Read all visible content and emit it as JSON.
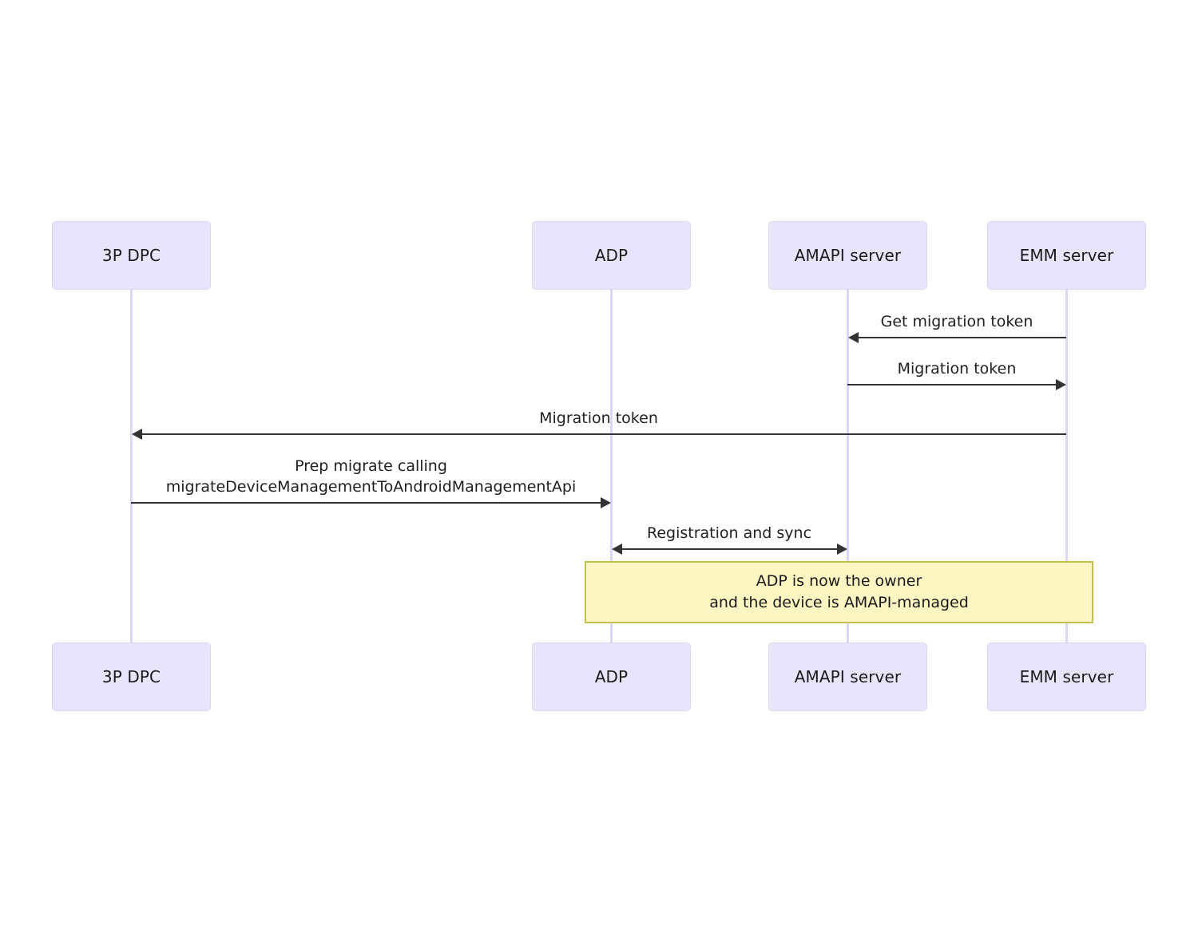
{
  "diagram": {
    "type": "sequence-diagram",
    "title": "",
    "background_color": "#ffffff",
    "participant_fill": "#e8e4fb",
    "participant_border": "#ddd6f9",
    "lifeline_color": "#ddd6f9",
    "arrow_color": "#333333",
    "note_fill": "#fdf6c3",
    "note_border": "#c4c04d"
  },
  "participants": [
    {
      "id": "dpc",
      "label": "3P DPC"
    },
    {
      "id": "adp",
      "label": "ADP"
    },
    {
      "id": "amapi",
      "label": "AMAPI server"
    },
    {
      "id": "emm",
      "label": "EMM server"
    }
  ],
  "participants_bottom": [
    {
      "id": "dpc",
      "label": "3P DPC"
    },
    {
      "id": "adp",
      "label": "ADP"
    },
    {
      "id": "amapi",
      "label": "AMAPI server"
    },
    {
      "id": "emm",
      "label": "EMM server"
    }
  ],
  "messages": [
    {
      "id": "m1",
      "label": "Get migration token",
      "from": "emm",
      "to": "amapi",
      "direction": "left"
    },
    {
      "id": "m2",
      "label": "Migration token",
      "from": "amapi",
      "to": "emm",
      "direction": "right"
    },
    {
      "id": "m3",
      "label": "Migration token",
      "from": "emm",
      "to": "dpc",
      "direction": "left"
    },
    {
      "id": "m4",
      "label_line1": "Prep migrate calling",
      "label_line2": "migrateDeviceManagementToAndroidManagementApi",
      "from": "dpc",
      "to": "adp",
      "direction": "right"
    },
    {
      "id": "m5",
      "label": "Registration and sync",
      "from": "adp",
      "to": "amapi",
      "direction": "both"
    }
  ],
  "note": {
    "line1": "ADP is now the owner",
    "line2": "and the device is AMAPI-managed",
    "text": "ADP is now the owner\nand the device is AMAPI-managed"
  }
}
